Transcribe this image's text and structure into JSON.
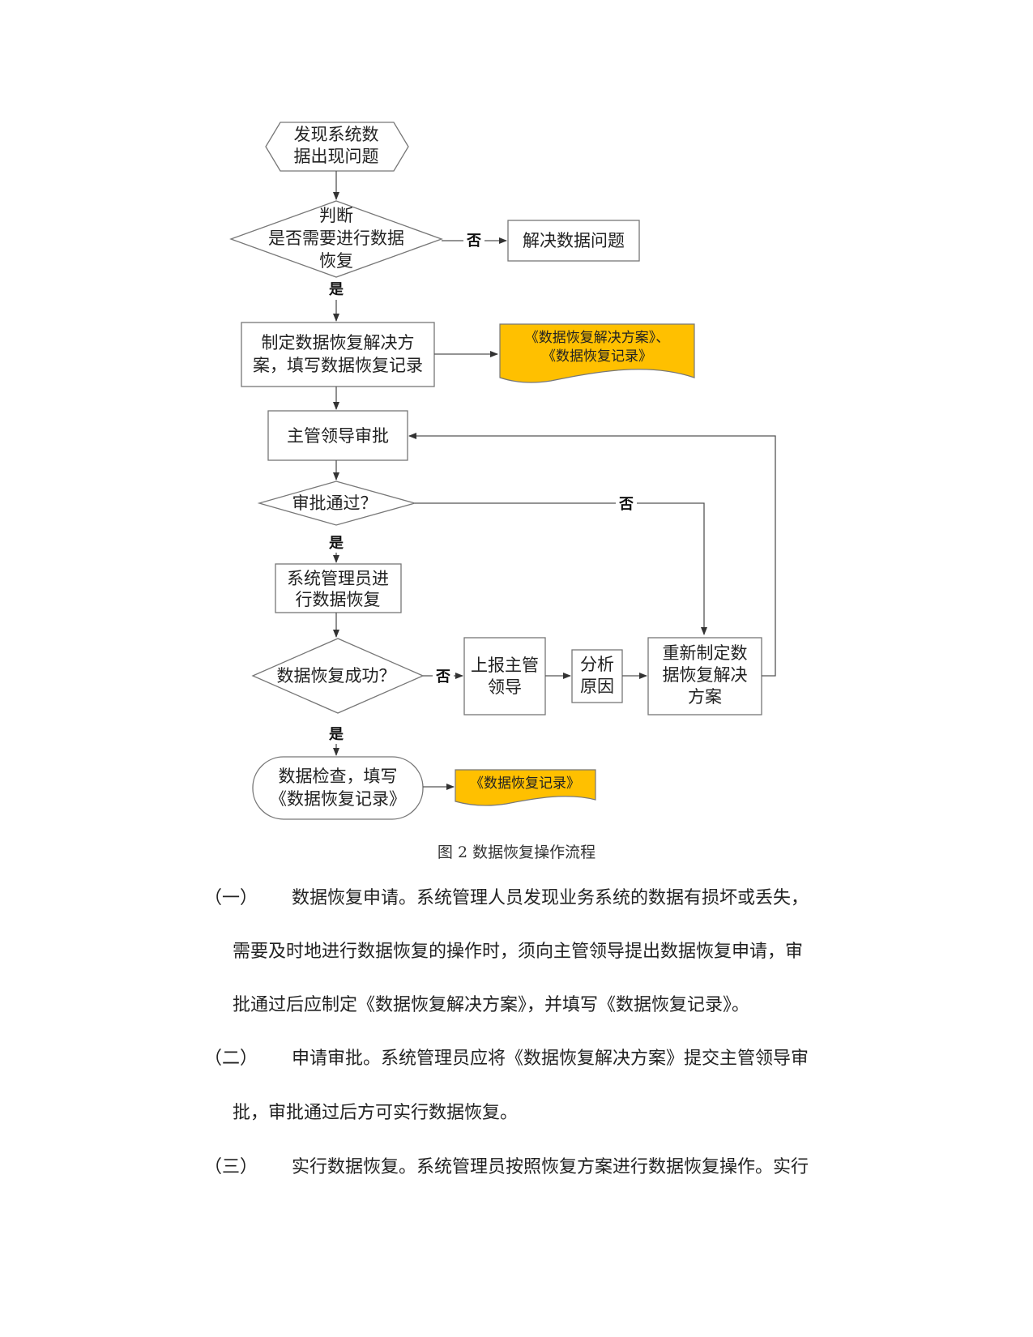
{
  "flowchart": {
    "start": [
      "发现系统数",
      "据出现问题"
    ],
    "decision_need": [
      "判断",
      "是否需要进行数据",
      "恢复"
    ],
    "resolve": "解决数据问题",
    "make_plan": [
      "制定数据恢复解决方",
      "案，填写数据恢复记录"
    ],
    "doc_plan": [
      "《数据恢复解决方案》、",
      "《数据恢复记录》"
    ],
    "approve": "主管领导审批",
    "decision_pass": "审批通过？",
    "admin_restore": [
      "系统管理员进",
      "行数据恢复"
    ],
    "decision_success": "数据恢复成功？",
    "report": [
      "上报主管",
      "领导"
    ],
    "analyze": [
      "分析",
      "原因"
    ],
    "replan": [
      "重新制定数",
      "据恢复解决",
      "方案"
    ],
    "check": [
      "数据检查，填写",
      "《数据恢复记录》"
    ],
    "doc_record": "《数据恢复记录》",
    "yes": "是",
    "no": "否"
  },
  "colors": {
    "doc_fill": "#FFC000",
    "line": "#555555"
  },
  "caption": "图 2  数据恢复操作流程",
  "sections": [
    {
      "num": "（一）",
      "lines": [
        "数据恢复申请。系统管理人员发现业务系统的数据有损坏或丢失，",
        "需要及时地进行数据恢复的操作时，须向主管领导提出数据恢复申请，审",
        "批通过后应制定《数据恢复解决方案》，并填写《数据恢复记录》。"
      ]
    },
    {
      "num": "（二）",
      "lines": [
        "申请审批。系统管理员应将《数据恢复解决方案》提交主管领导审",
        "批，审批通过后方可实行数据恢复。"
      ]
    },
    {
      "num": "（三）",
      "lines": [
        "实行数据恢复。系统管理员按照恢复方案进行数据恢复操作。实行"
      ]
    }
  ]
}
